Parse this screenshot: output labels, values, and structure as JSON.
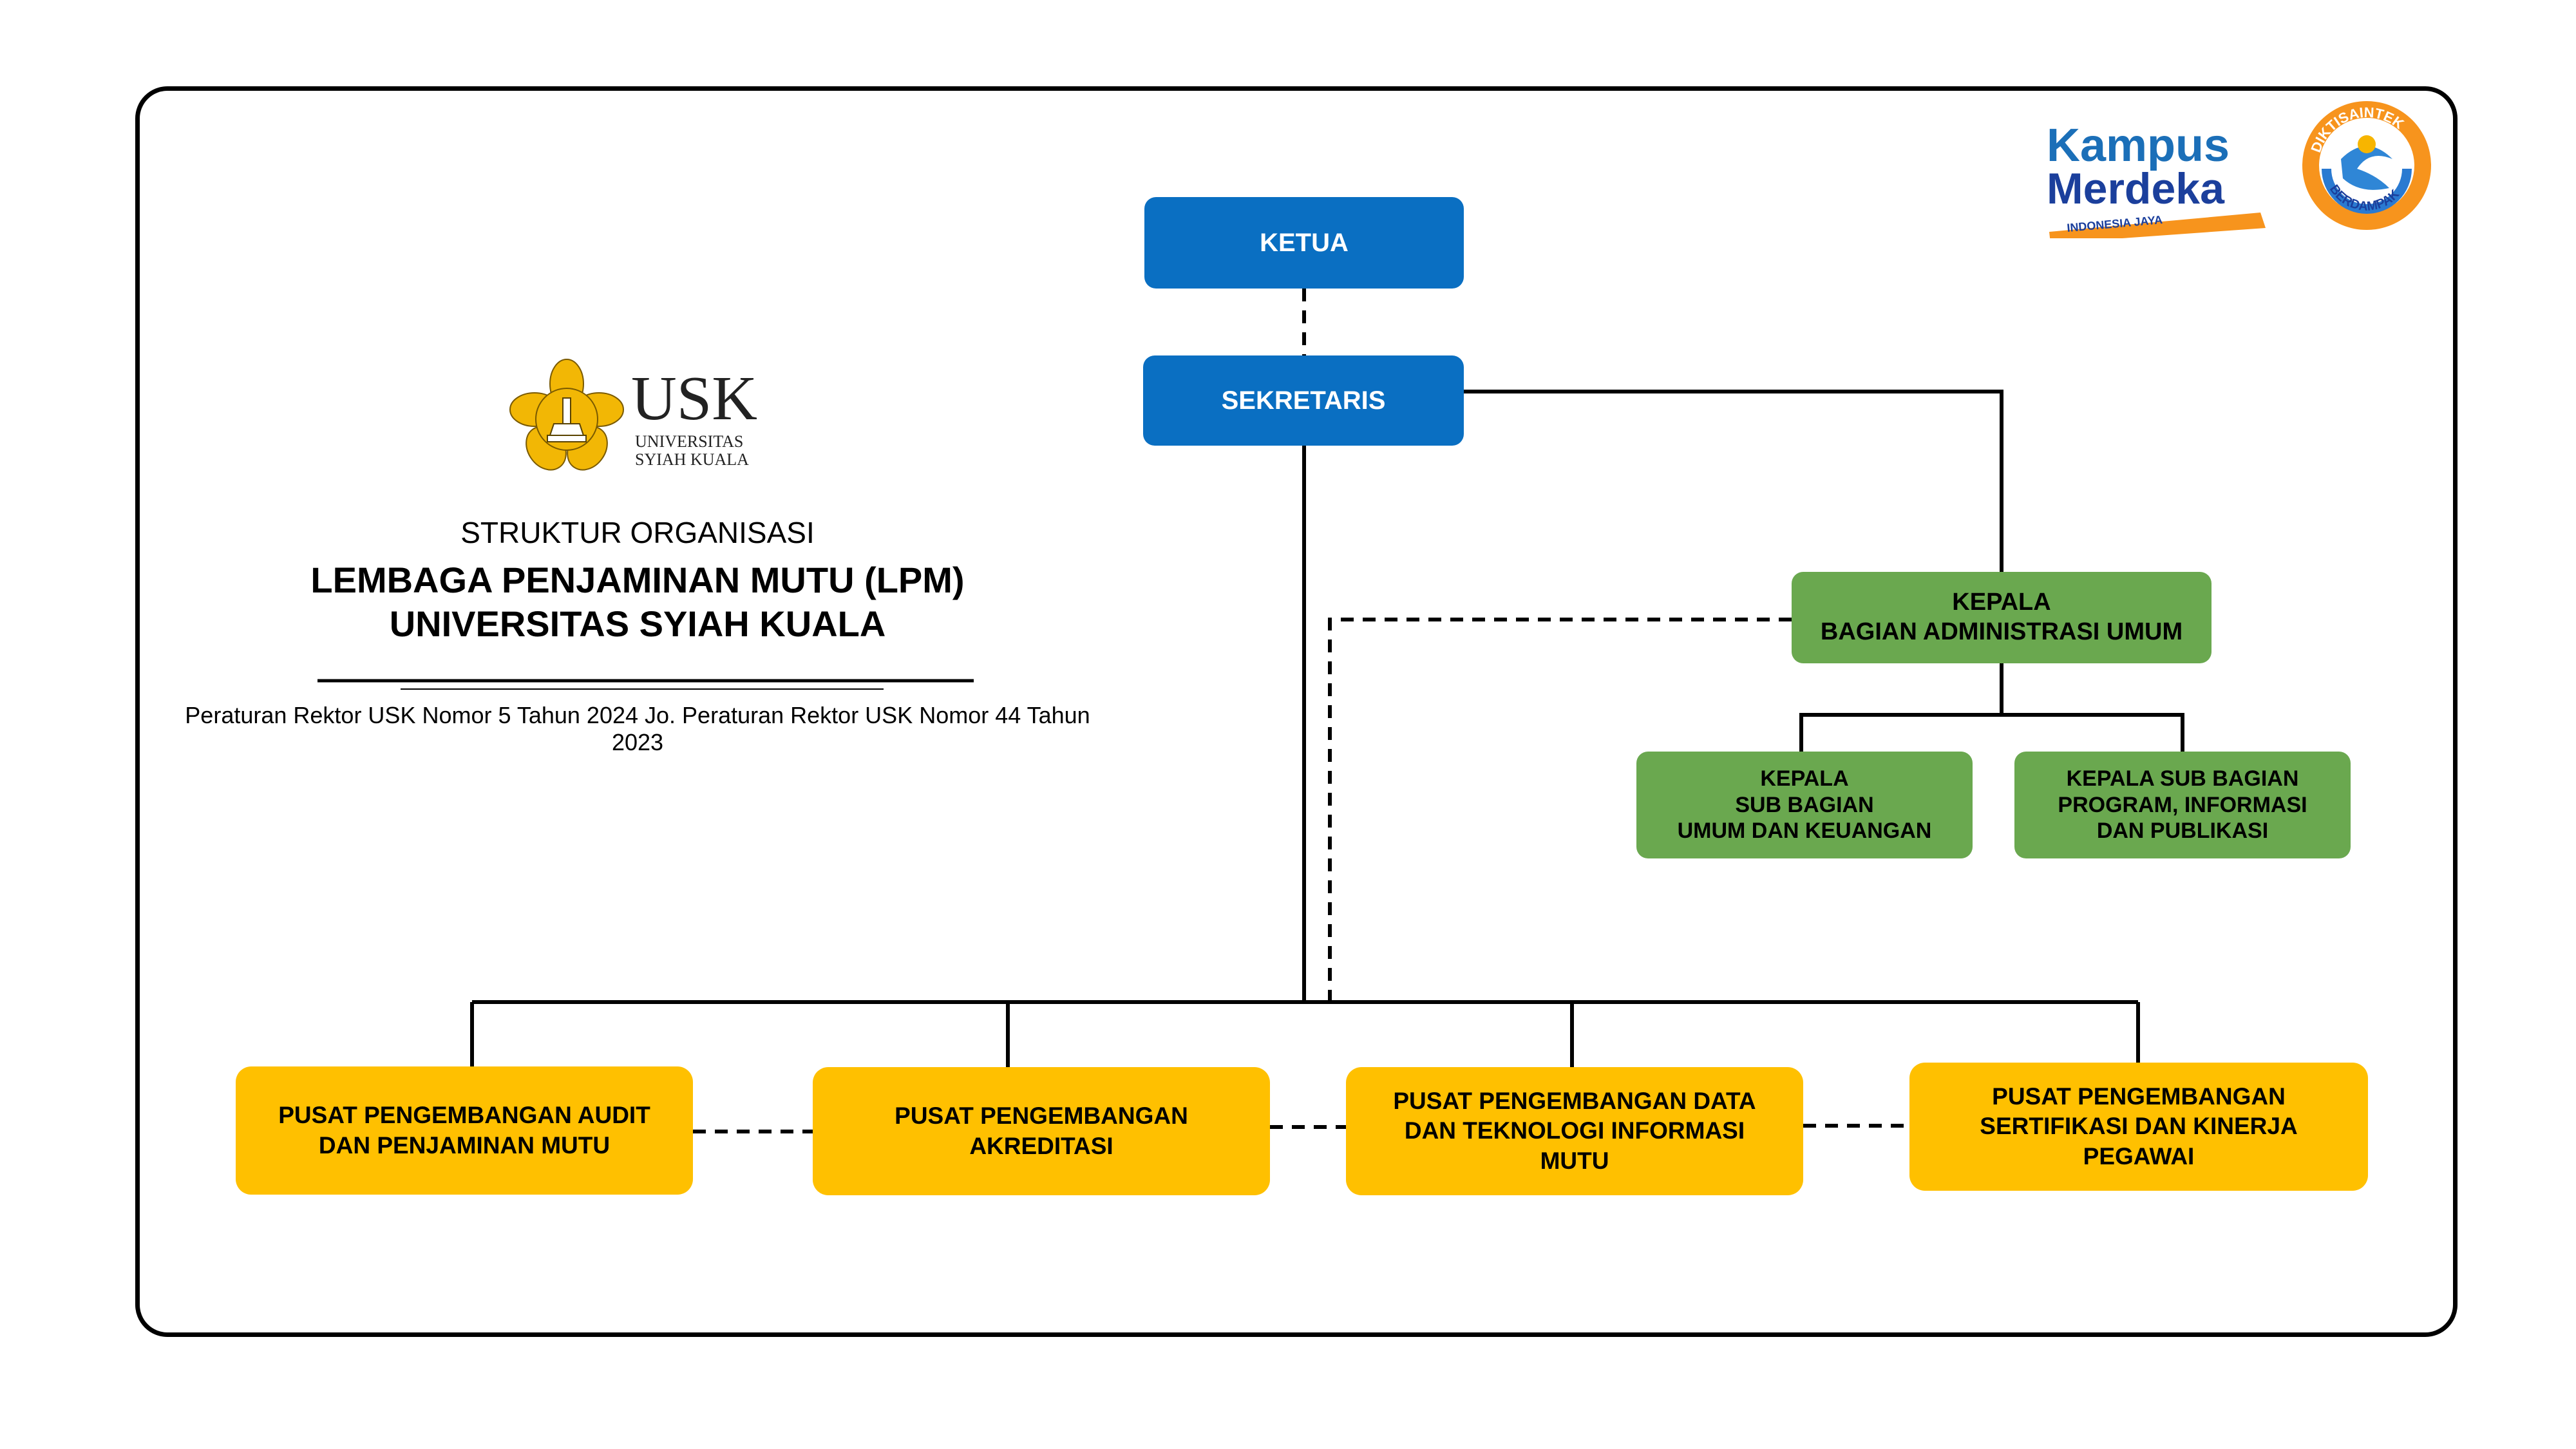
{
  "title": {
    "subtitle": "STRUKTUR ORGANISASI",
    "line1": "LEMBAGA PENJAMINAN MUTU (LPM)",
    "line2": "UNIVERSITAS SYIAH KUALA",
    "regulation": "Peraturan Rektor USK Nomor 5 Tahun 2024 Jo. Peraturan Rektor USK Nomor 44 Tahun 2023"
  },
  "logos": {
    "usk": {
      "main": "USK",
      "line1": "UNIVERSITAS",
      "line2": "SYIAH KUALA"
    },
    "kampus_merdeka": {
      "line1": "Kampus",
      "line2": "Merdeka",
      "tagline": "INDONESIA JAYA"
    },
    "diktisaintek": {
      "top": "DIKTISAINTEK",
      "bottom": "BERDAMPAK"
    }
  },
  "nodes": {
    "ketua": "KETUA",
    "sekretaris": "SEKRETARIS",
    "kepala_admin": [
      "KEPALA",
      "BAGIAN ADMINISTRASI UMUM"
    ],
    "sub_keuangan": [
      "KEPALA",
      "SUB BAGIAN",
      "UMUM DAN KEUANGAN"
    ],
    "sub_program": [
      "KEPALA SUB BAGIAN",
      "PROGRAM, INFORMASI",
      "DAN PUBLIKASI"
    ],
    "pusat_audit": [
      "PUSAT PENGEMBANGAN AUDIT",
      "DAN PENJAMINAN MUTU"
    ],
    "pusat_akreditasi": [
      "PUSAT PENGEMBANGAN",
      "AKREDITASI"
    ],
    "pusat_data": [
      "PUSAT PENGEMBANGAN DATA",
      "DAN TEKNOLOGI INFORMASI",
      "MUTU"
    ],
    "pusat_sertifikasi": [
      "PUSAT PENGEMBANGAN",
      "SERTIFIKASI DAN KINERJA",
      "PEGAWAI"
    ]
  },
  "colors": {
    "blue": "#0a6fc2",
    "green": "#6aa84f",
    "yellow": "#ffc000",
    "usk_gold": "#f2b705",
    "km_blue": "#1b3f9c",
    "km_orange": "#f7941d"
  }
}
